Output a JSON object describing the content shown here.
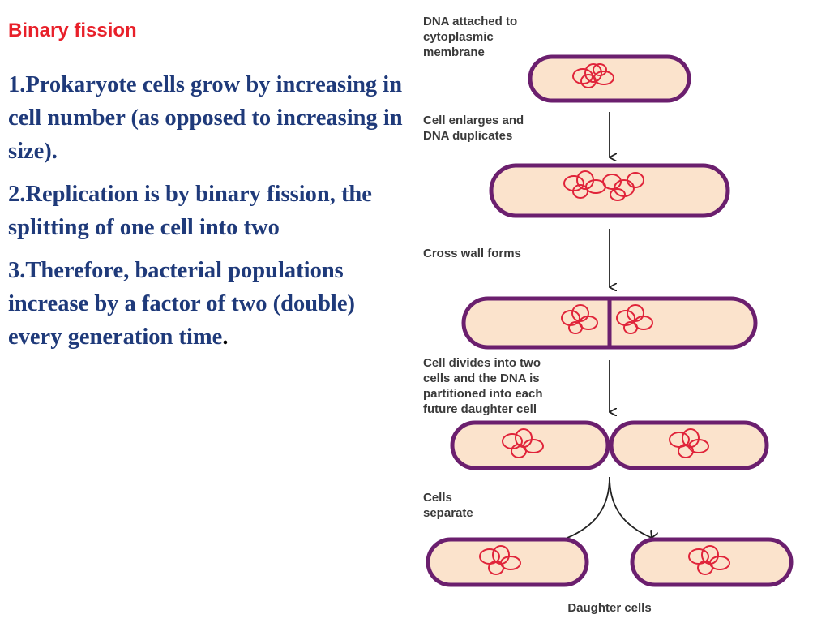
{
  "heading": "Binary fission",
  "points": [
    "1.Prokaryote cells grow by increasing in cell number (as opposed to increasing in size).",
    "2.Replication is by binary fission, the splitting of one cell into two",
    "3.Therefore, bacterial populations increase by a factor of two (double) every generation time"
  ],
  "final_period": ".",
  "diagram": {
    "step1": [
      "DNA attached to",
      "cytoplasmic",
      "membrane"
    ],
    "step2": [
      "Cell enlarges and",
      "DNA duplicates"
    ],
    "step3": [
      "Cross wall forms"
    ],
    "step4": [
      "Cell divides into two",
      "cells and the DNA is",
      "partitioned into each",
      "future daughter cell"
    ],
    "step5": [
      "Cells",
      "separate"
    ],
    "caption": "Daughter cells"
  },
  "colors": {
    "heading": "#e8202a",
    "text": "#1f3a7a",
    "membrane": "#6b1f6e",
    "cytoplasm": "#fbe3cc",
    "dna": "#e0243a"
  }
}
